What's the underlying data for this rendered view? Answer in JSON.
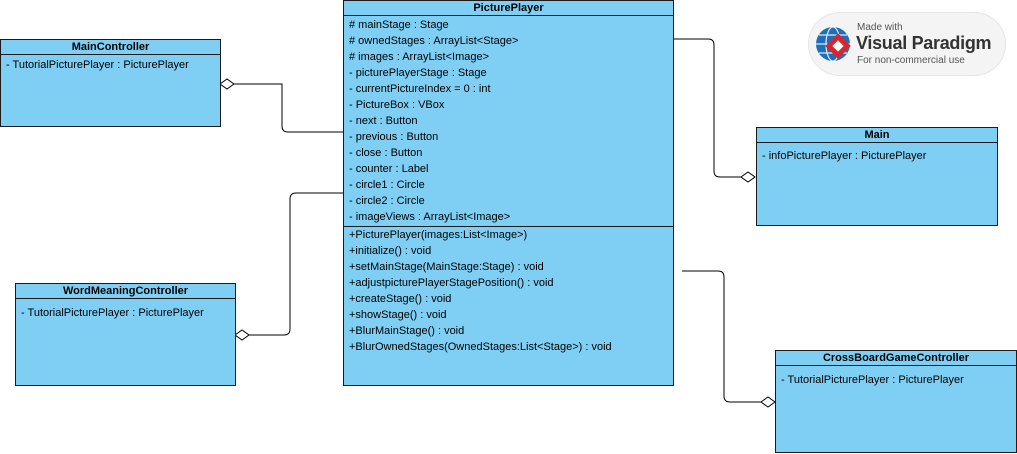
{
  "classes": {
    "picture_player": {
      "title": "PicturePlayer",
      "attributes": [
        "# mainStage : Stage",
        "# ownedStages : ArrayList<Stage>",
        "# images : ArrayList<Image>",
        "- picturePlayerStage : Stage",
        "- currentPictureIndex = 0 : int",
        "- PictureBox : VBox",
        "- next : Button",
        "- previous : Button",
        "- close : Button",
        "- counter : Label",
        "- circle1 : Circle",
        "- circle2 : Circle",
        "- imageViews : ArrayList<Image>"
      ],
      "operations": [
        "+PicturePlayer(images:List<Image>)",
        "+initialize() : void",
        "+setMainStage(MainStage:Stage) : void",
        "+adjustpicturePlayerStagePosition() : void",
        "+createStage() : void",
        "+showStage() : void",
        "+BlurMainStage() : void",
        "+BlurOwnedStages(OwnedStages:List<Stage>) : void"
      ]
    },
    "main_controller": {
      "title": "MainController",
      "attributes": [
        "- TutorialPicturePlayer : PicturePlayer"
      ]
    },
    "word_meaning_controller": {
      "title": "WordMeaningController",
      "attributes": [
        "- TutorialPicturePlayer : PicturePlayer"
      ]
    },
    "main": {
      "title": "Main",
      "attributes": [
        "- infoPicturePlayer : PicturePlayer"
      ]
    },
    "cross_board_game_controller": {
      "title": "CrossBoardGameController",
      "attributes": [
        "- TutorialPicturePlayer : PicturePlayer"
      ]
    }
  },
  "watermark": {
    "line1": "Made with",
    "line2": "Visual Paradigm",
    "line3": "For non-commercial use"
  },
  "colors": {
    "class_fill": "#7fcff5",
    "border": "#1a1a1a"
  }
}
